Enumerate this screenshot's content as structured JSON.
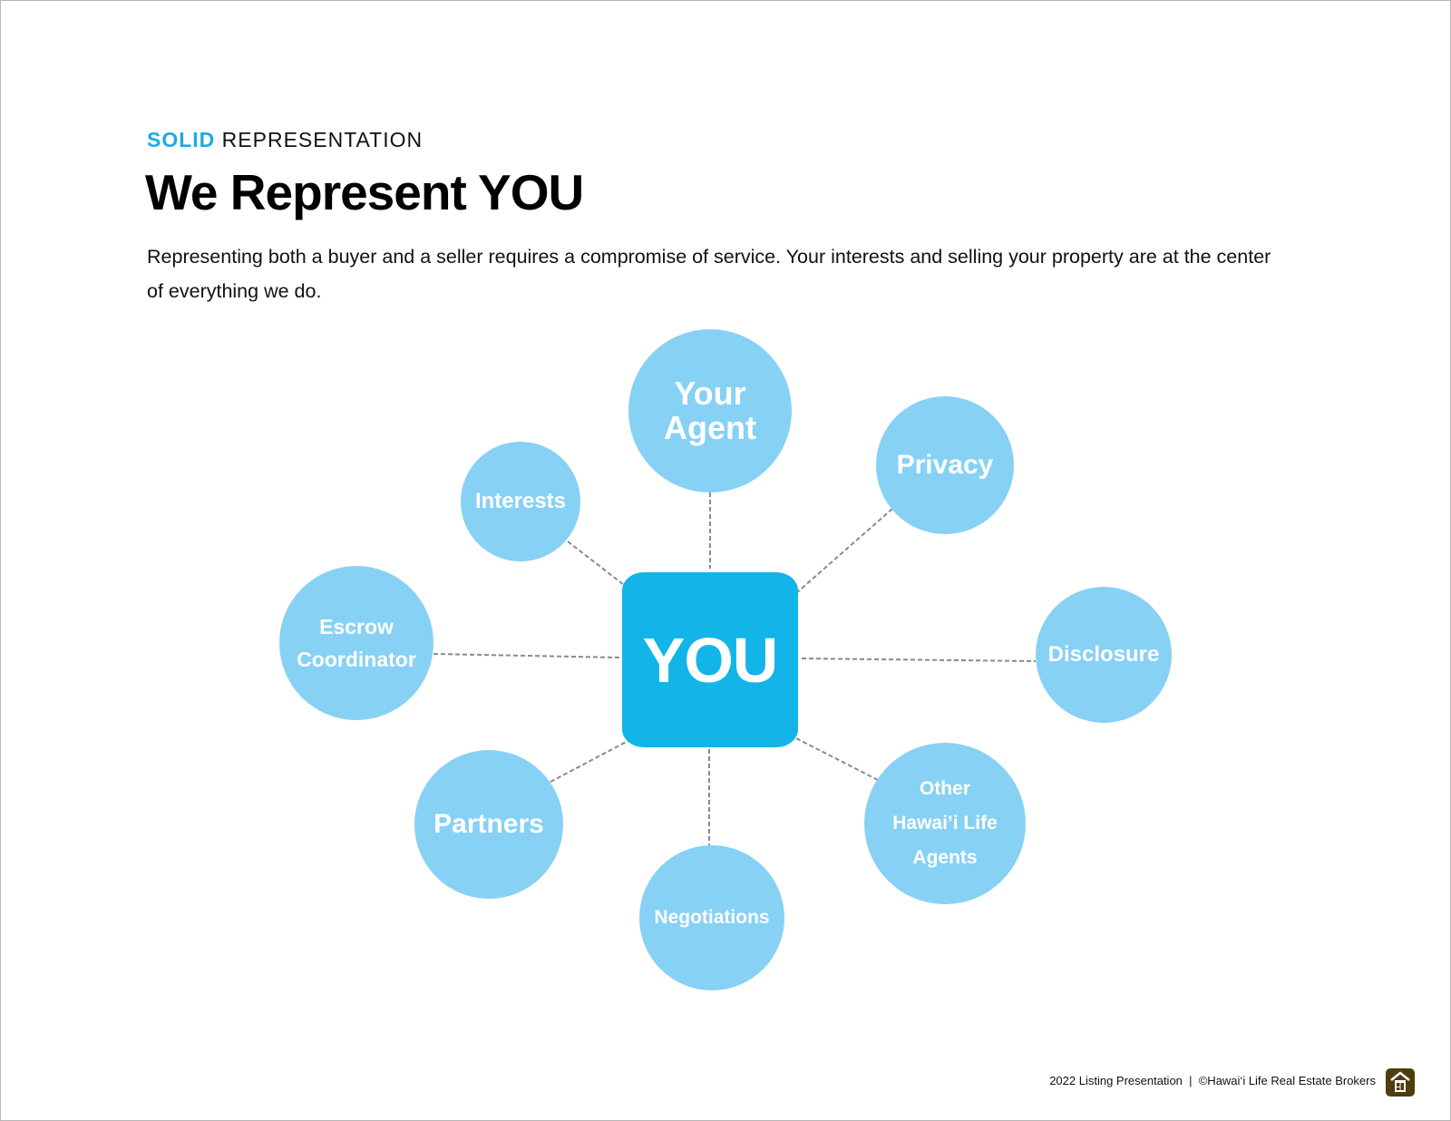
{
  "header": {
    "eyebrow_accent": "SOLID",
    "eyebrow_rest": "REPRESENTATION",
    "title": "We Represent YOU",
    "body": "Representing both a buyer and a seller requires a compromise of service. Your interests and selling your property are at the center of everything we do."
  },
  "diagram": {
    "center_label": "YOU",
    "nodes": [
      {
        "label": "Your Agent"
      },
      {
        "label": "Privacy"
      },
      {
        "label": "Interests"
      },
      {
        "label": "Escrow Coordinator"
      },
      {
        "label": "Disclosure"
      },
      {
        "label": "Partners"
      },
      {
        "label": "Other Hawai’i Life Agents"
      },
      {
        "label": "Negotiations"
      }
    ],
    "colors": {
      "center": "#13b4e8",
      "node": "#87d1f5",
      "accent": "#1bace2"
    }
  },
  "footer": {
    "text": "2022 Listing Presentation  |  ©Hawai‘i Life Real Estate Brokers",
    "logo_icon": "house-logo-icon"
  }
}
